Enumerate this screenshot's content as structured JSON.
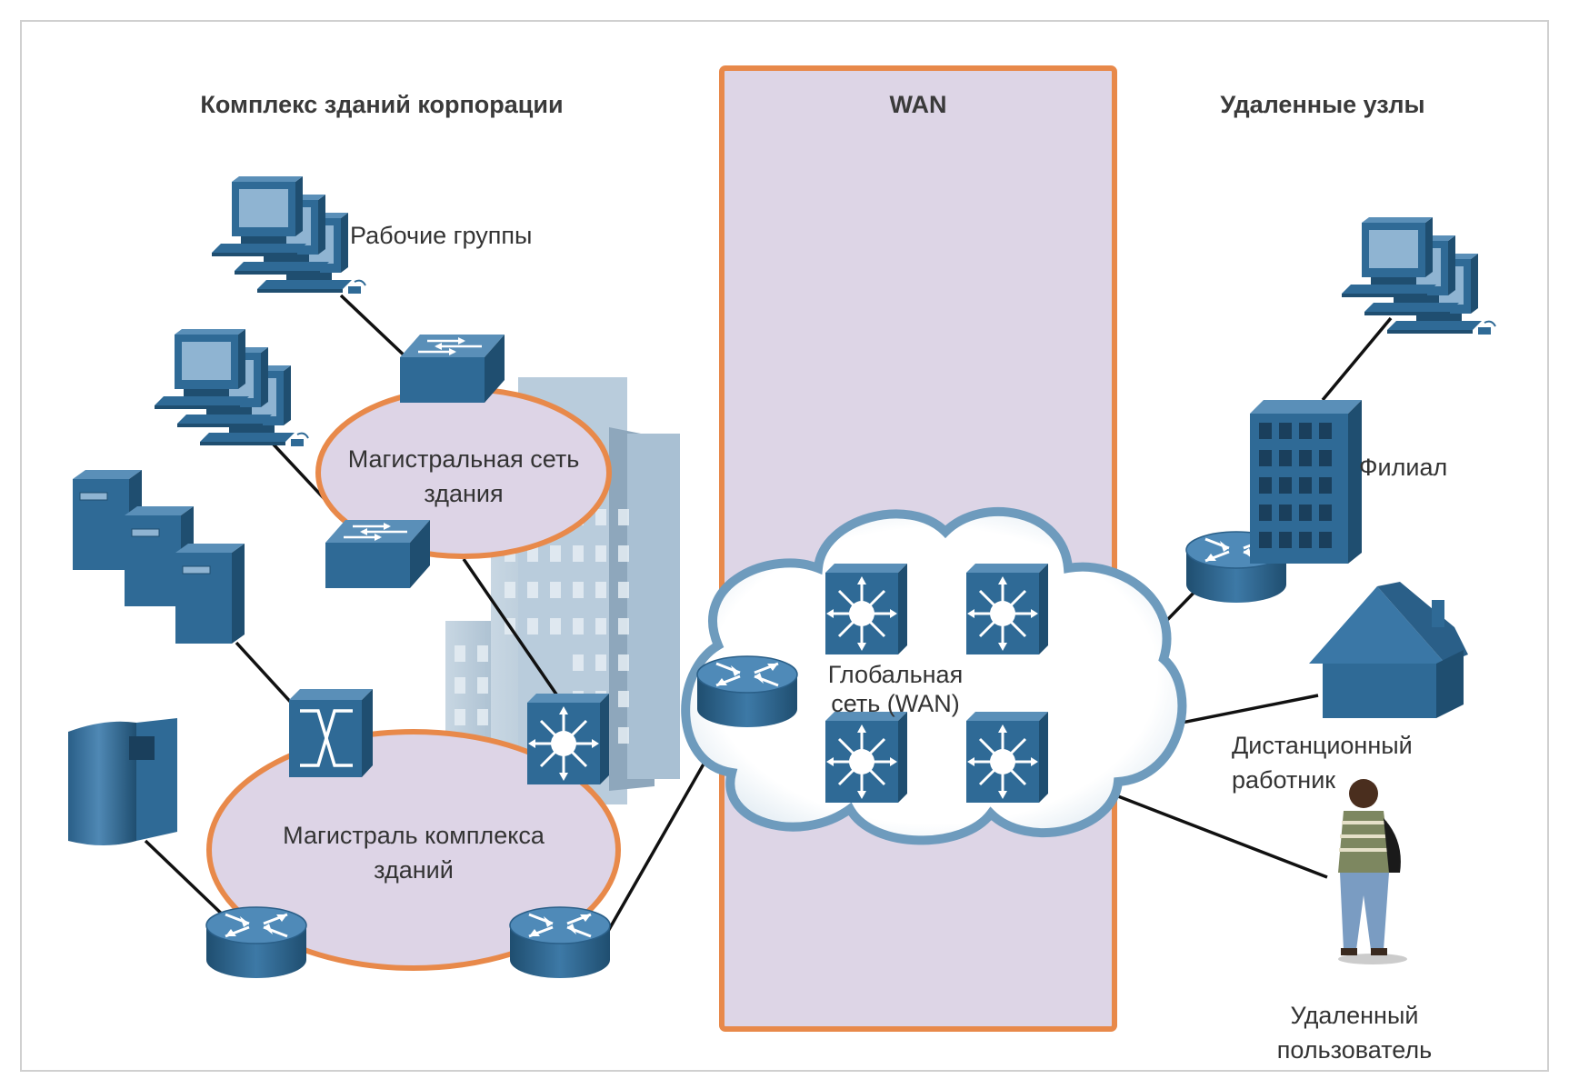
{
  "headers": {
    "campus": "Комплекс зданий корпорации",
    "wan": "WAN",
    "remote": "Удаленные узлы"
  },
  "labels": {
    "workgroups": "Рабочие группы",
    "building_backbone_line1": "Магистральная сеть",
    "building_backbone_line2": "здания",
    "campus_backbone_line1": "Магистраль комплекса",
    "campus_backbone_line2": "зданий",
    "wan_cloud_line1": "Глобальная",
    "wan_cloud_line2": "сеть (WAN)",
    "branch": "Филиал",
    "teleworker_line1": "Дистанционный",
    "teleworker_line2": "работник",
    "remote_user_line1": "Удаленный",
    "remote_user_line2": "пользователь"
  },
  "colors": {
    "device_blue": "#2f6a96",
    "device_dark": "#1f4e70",
    "device_light": "#5a8fb8",
    "ring_orange": "#e8894a",
    "ring_fill": "#ddd4e6",
    "wan_panel_fill": "#ddd5e6",
    "wan_panel_border": "#e8894a",
    "cloud_edge": "#6e9bbd",
    "building_gray": "#a9c0d3",
    "link_black": "#111111"
  },
  "icons": [
    "workstation-icon",
    "switch-icon",
    "router-icon",
    "multilayer-switch-icon",
    "atm-switch-icon",
    "server-icon",
    "building-icon",
    "house-icon",
    "person-icon",
    "cloud-icon"
  ]
}
